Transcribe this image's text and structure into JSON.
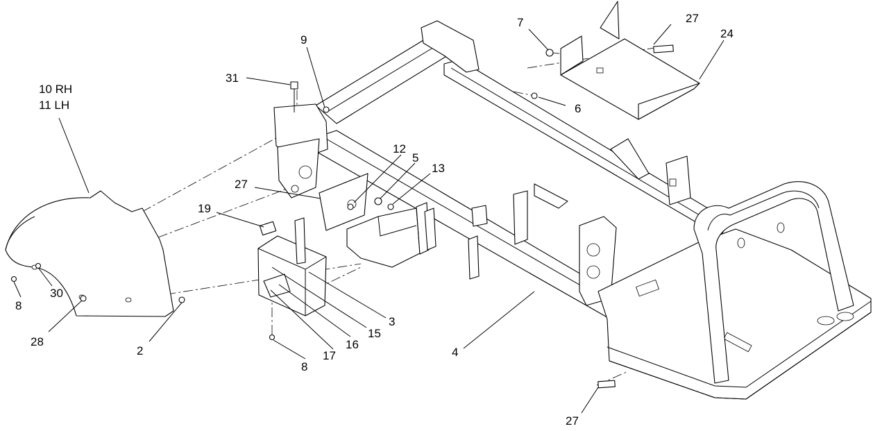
{
  "callouts": {
    "fender_rh": "10 RH",
    "fender_lh": "11 LH",
    "c9": "9",
    "c31": "31",
    "c7": "7",
    "c27_top": "27",
    "c24": "24",
    "c6": "6",
    "c12": "12",
    "c5": "5",
    "c13": "13",
    "c27_mid": "27",
    "c19": "19",
    "c8_left": "8",
    "c30": "30",
    "c28": "28",
    "c2": "2",
    "c3": "3",
    "c15": "15",
    "c16": "16",
    "c17": "17",
    "c8_bottom": "8",
    "c4": "4",
    "c27_bottom": "27"
  }
}
